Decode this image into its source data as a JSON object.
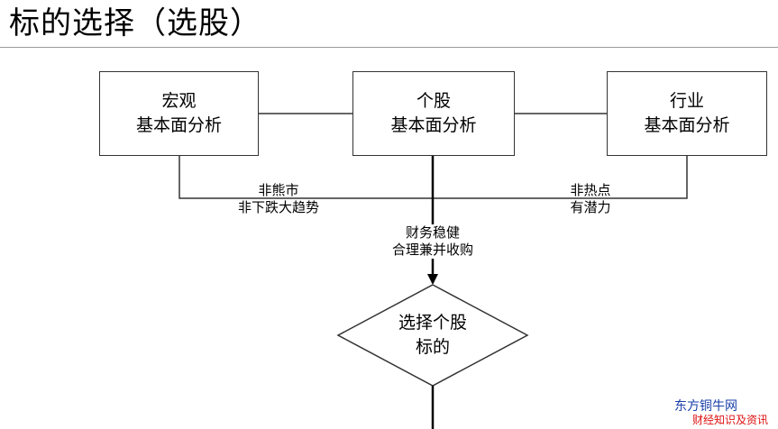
{
  "title": "标的选择（选股）",
  "nodes": {
    "macro": {
      "line1": "宏观",
      "line2": "基本面分析"
    },
    "stock": {
      "line1": "个股",
      "line2": "基本面分析"
    },
    "industry": {
      "line1": "行业",
      "line2": "基本面分析"
    },
    "decision": {
      "line1": "选择个股",
      "line2": "标的"
    }
  },
  "edge_labels": {
    "macro": {
      "line1": "非熊市",
      "line2": "非下跌大趋势"
    },
    "industry": {
      "line1": "非热点",
      "line2": "有潜力"
    },
    "stock": {
      "line1": "财务稳健",
      "line2": "合理兼并收购"
    }
  },
  "watermark": {
    "line1": "东方铜牛网",
    "line2": "财经知识及资讯"
  }
}
